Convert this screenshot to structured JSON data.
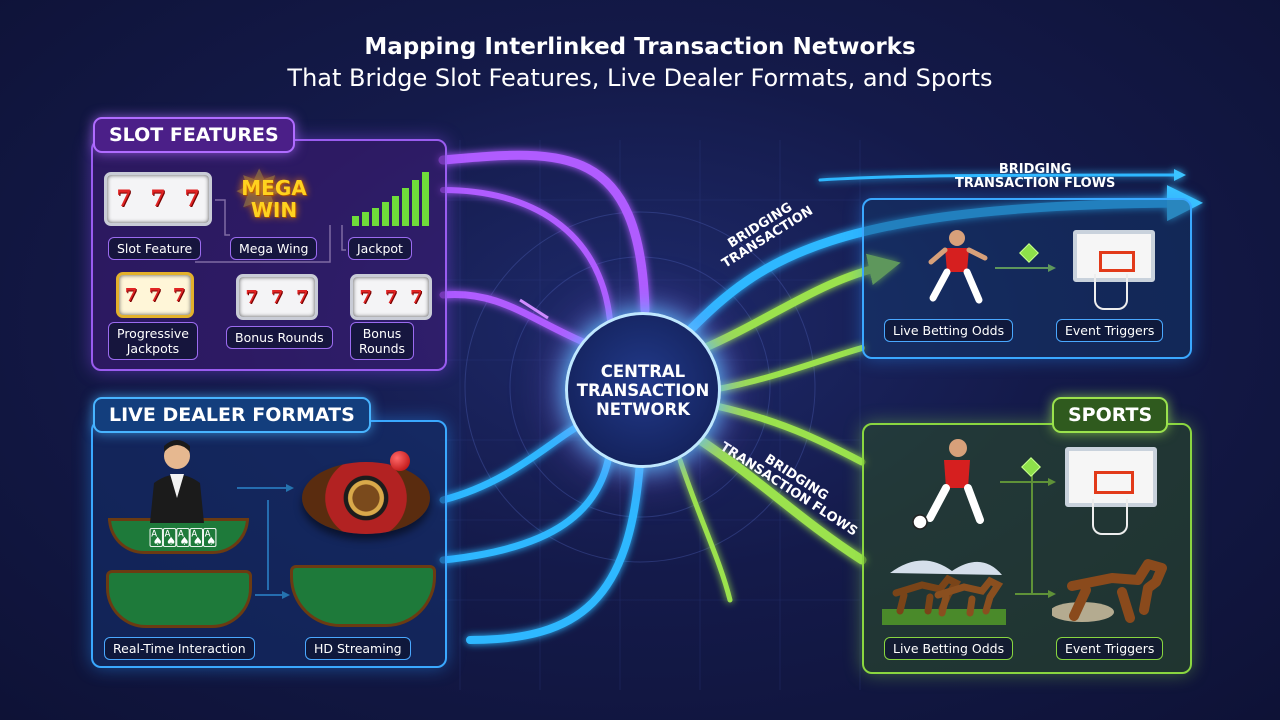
{
  "title_line1": "Mapping Interlinked Transaction Networks",
  "title_line2": "That Bridge Slot Features, Live Dealer Formats, and Sports",
  "slot": {
    "header": "SLOT FEATURES",
    "reel_symbol": "7",
    "mega_win": "MEGA WIN",
    "labels": [
      "Slot Feature",
      "Mega Wing",
      "Jackpot",
      "Progressive\nJackpots",
      "Bonus Rounds",
      "Bonus\nRounds"
    ]
  },
  "live": {
    "header": "LIVE DEALER FORMATS",
    "labels": [
      "Real-Time Interaction",
      "HD Streaming"
    ]
  },
  "sports": {
    "header": "SPORTS",
    "top_labels": [
      "Live Betting Odds",
      "Event Triggers"
    ],
    "bottom_labels": [
      "Live Betting Odds",
      "Event Triggers"
    ]
  },
  "hub": {
    "text": "CENTRAL\nTRANSACTION\nNETWORK"
  },
  "flow_labels": {
    "top_right": "BRIDGING\nTRANSACTION FLOWS",
    "diag_upper": "BRIDGING\nTRANSACTION",
    "diag_lower": "BRIDGING\nTRANSACTION FLOWS"
  },
  "icons": {
    "dealer": "dealer-icon",
    "soccer_player": "soccer-player-icon",
    "horse": "horse-icon",
    "basketball_hoop": "basketball-hoop-icon"
  },
  "colors": {
    "purple": "#b05cff",
    "blue": "#2fb8ff",
    "green": "#8ee04a",
    "background": "#141a4a"
  }
}
